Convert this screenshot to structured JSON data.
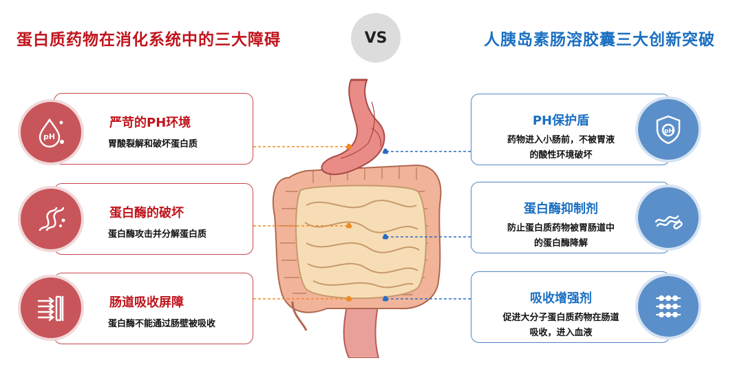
{
  "header": {
    "left_title": "蛋白质药物在消化系统中的三大障碍",
    "vs": "VS",
    "right_title": "人胰岛素肠溶胶囊三大创新突破"
  },
  "barriers": [
    {
      "title": "严苛的PH环境",
      "desc": "胃酸裂解和破坏蛋白质",
      "icon": "ph-drop-icon"
    },
    {
      "title": "蛋白酶的破坏",
      "desc": "蛋白酶攻击并分解蛋白质",
      "icon": "enzyme-chain-icon"
    },
    {
      "title": "肠道吸收屏障",
      "desc": "蛋白酶不能通过肠壁被吸收",
      "icon": "barrier-icon"
    }
  ],
  "solutions": [
    {
      "title": "PH保护盾",
      "desc_lines": [
        "药物进入小肠前，不被胃液",
        "的酸性环境破坏"
      ],
      "icon": "shield-ph-icon"
    },
    {
      "title": "蛋白酶抑制剂",
      "desc_lines": [
        "防止蛋白质药物被胃肠道中",
        "的蛋白酶降解"
      ],
      "icon": "protein-capsule-icon"
    },
    {
      "title": "吸收增强剂",
      "desc_lines": [
        "促进大分子蛋白质药物在肠道",
        "吸收，进入血液"
      ],
      "icon": "absorption-grid-icon"
    }
  ],
  "colors": {
    "barrier": "#c0141c",
    "solution": "#1a6fc1",
    "barrier_connector": "#f08a24",
    "solution_connector": "#2a6dc0"
  },
  "illustration": {
    "icon": "digestive-system-icon"
  }
}
